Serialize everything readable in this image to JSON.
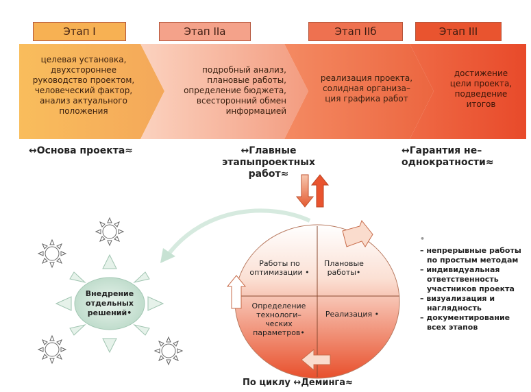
{
  "stages": [
    {
      "label": "Этап I",
      "color": "#f7b153"
    },
    {
      "label": "Этап IIa",
      "color": "#f4a28a"
    },
    {
      "label": "Этап IIб",
      "color": "#ee7150"
    },
    {
      "label": "Этап III",
      "color": "#e9542f"
    }
  ],
  "chevrons": [
    {
      "lines": [
        "целевая установка,",
        "двухстороннее",
        "руководство проектом,",
        "человеческий фактор,",
        "анализ актуального",
        "положения"
      ]
    },
    {
      "lines": [
        "подробный анализ,",
        "плановые работы,",
        "определение бюджета,",
        "всесторонний обмен",
        "информацией"
      ]
    },
    {
      "lines": [
        "реализация проекта,",
        "солидная организа–",
        "ция графика работ"
      ]
    },
    {
      "lines": [
        "достижение",
        "цели проекта,",
        "подведение",
        "итогов"
      ]
    }
  ],
  "footers": {
    "left": "↔Основа проекта≈",
    "mid_1": "↔Главные этапыпроектных",
    "mid_2": "работ≈",
    "right_1": "↔Гарантия не–",
    "right_2": "однократности≈"
  },
  "hub": {
    "lines": [
      "Внедрение",
      "отдельных",
      "решений•"
    ]
  },
  "quadrants": {
    "tl": [
      "Работы по",
      "оптимизации •"
    ],
    "tr": [
      "Плановые",
      "работы•"
    ],
    "bl": [
      "Определение",
      "технологи–",
      "ческих",
      "параметров•"
    ],
    "br": [
      "Реализация •"
    ]
  },
  "cycle_caption": "По циклу ↔Деминга≈",
  "notes": {
    "marker": "•",
    "items": [
      [
        "– непрерывные работы",
        "по простым методам"
      ],
      [
        "– индивидуальная",
        "ответственность",
        "участников проекта"
      ],
      [
        "– визуализация и",
        "наглядность"
      ],
      [
        "– документирование",
        "всех этапов"
      ]
    ]
  }
}
